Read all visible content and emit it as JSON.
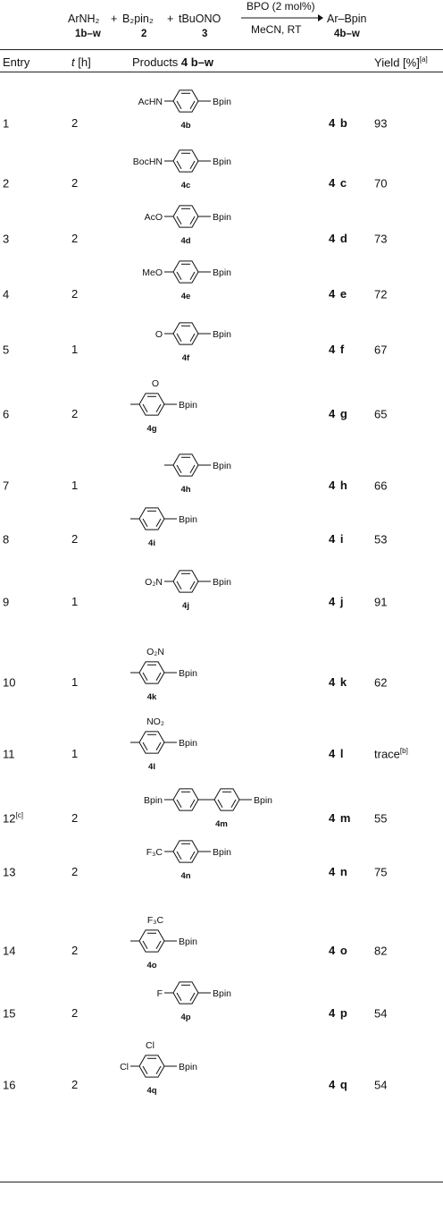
{
  "scheme": {
    "reactant1": "ArNH₂",
    "plus1": "+",
    "reactant2": "B₂pin₂",
    "plus2": "+",
    "reactant3": "tBuONO",
    "label1": "1b–w",
    "label2": "2",
    "label3": "3",
    "conditions_above": "BPO (2 mol%)",
    "conditions_below": "MeCN, RT",
    "product": "Ar–Bpin",
    "product_label": "4b–w"
  },
  "table": {
    "headers": {
      "entry": "Entry",
      "time_var": "t",
      "time_unit": "[h]",
      "products": "Products ",
      "products_bold": "4 b–w",
      "yield": "Yield [%]",
      "yield_note": "[a]"
    },
    "rows": [
      {
        "entry": "1",
        "entry_note": "",
        "t": "2",
        "id": "4 b",
        "yield": "93",
        "yield_note": "",
        "label": "4b",
        "sub": "AcHN",
        "sub2": ""
      },
      {
        "entry": "2",
        "entry_note": "",
        "t": "2",
        "id": "4 c",
        "yield": "70",
        "yield_note": "",
        "label": "4c",
        "sub": "BocHN",
        "sub2": ""
      },
      {
        "entry": "3",
        "entry_note": "",
        "t": "2",
        "id": "4 d",
        "yield": "73",
        "yield_note": "",
        "label": "4d",
        "sub": "AcO",
        "sub2": ""
      },
      {
        "entry": "4",
        "entry_note": "",
        "t": "2",
        "id": "4 e",
        "yield": "72",
        "yield_note": "",
        "label": "4e",
        "sub": "MeO",
        "sub2": ""
      },
      {
        "entry": "5",
        "entry_note": "",
        "t": "1",
        "id": "4 f",
        "yield": "67",
        "yield_note": "",
        "label": "4f",
        "sub": "O",
        "sub2": ""
      },
      {
        "entry": "6",
        "entry_note": "",
        "t": "2",
        "id": "4 g",
        "yield": "65",
        "yield_note": "",
        "label": "4g",
        "sub": "O",
        "sub2": ""
      },
      {
        "entry": "7",
        "entry_note": "",
        "t": "1",
        "id": "4 h",
        "yield": "66",
        "yield_note": "",
        "label": "4h",
        "sub": "",
        "sub2": ""
      },
      {
        "entry": "8",
        "entry_note": "",
        "t": "2",
        "id": "4 i",
        "yield": "53",
        "yield_note": "",
        "label": "4i",
        "sub": "",
        "sub2": ""
      },
      {
        "entry": "9",
        "entry_note": "",
        "t": "1",
        "id": "4 j",
        "yield": "91",
        "yield_note": "",
        "label": "4j",
        "sub": "O₂N",
        "sub2": ""
      },
      {
        "entry": "10",
        "entry_note": "",
        "t": "1",
        "id": "4 k",
        "yield": "62",
        "yield_note": "",
        "label": "4k",
        "sub": "O₂N",
        "sub2": ""
      },
      {
        "entry": "11",
        "entry_note": "",
        "t": "1",
        "id": "4 l",
        "yield": "trace",
        "yield_note": "[b]",
        "label": "4l",
        "sub": "NO₂",
        "sub2": ""
      },
      {
        "entry": "12",
        "entry_note": "[c]",
        "t": "2",
        "id": "4 m",
        "yield": "55",
        "yield_note": "",
        "label": "4m",
        "sub": "Bpin",
        "sub2": ""
      },
      {
        "entry": "13",
        "entry_note": "",
        "t": "2",
        "id": "4 n",
        "yield": "75",
        "yield_note": "",
        "label": "4n",
        "sub": "F₃C",
        "sub2": ""
      },
      {
        "entry": "14",
        "entry_note": "",
        "t": "2",
        "id": "4 o",
        "yield": "82",
        "yield_note": "",
        "label": "4o",
        "sub": "F₃C",
        "sub2": ""
      },
      {
        "entry": "15",
        "entry_note": "",
        "t": "2",
        "id": "4 p",
        "yield": "54",
        "yield_note": "",
        "label": "4p",
        "sub": "F",
        "sub2": ""
      },
      {
        "entry": "16",
        "entry_note": "",
        "t": "2",
        "id": "4 q",
        "yield": "54",
        "yield_note": "",
        "label": "4q",
        "sub": "Cl",
        "sub2": "Cl"
      }
    ],
    "bpin_label": "Bpin"
  }
}
